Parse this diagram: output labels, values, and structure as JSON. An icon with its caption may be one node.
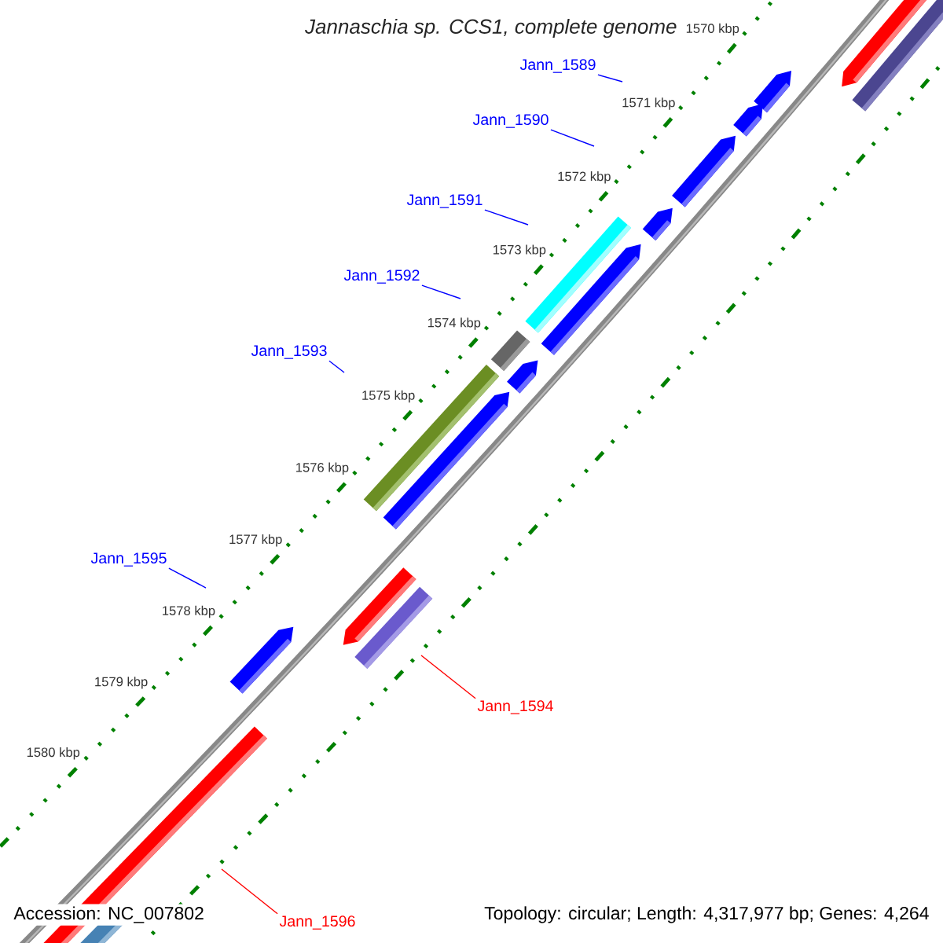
{
  "diagram": {
    "title": "Jannaschia sp. CCS1, complete genome",
    "nodes": [
      {
        "text": [
          "Jann_1589"
        ]
      },
      {
        "text": [
          "Jann_1590"
        ]
      },
      {
        "text": [
          "Jann_1591"
        ]
      },
      {
        "text": [
          "Jann_1592"
        ]
      },
      {
        "text": [
          "Jann_1593"
        ]
      },
      {
        "text": [
          "Jann_1595"
        ]
      },
      {
        "text": [
          "Jann_1594"
        ]
      },
      {
        "text": [
          "Jann_1596"
        ]
      }
    ],
    "edges": [
      {
        "from": 0,
        "to": null,
        "arrow": "none"
      },
      {
        "from": 1,
        "to": null,
        "arrow": "none"
      },
      {
        "from": 2,
        "to": null,
        "arrow": "none"
      },
      {
        "from": 3,
        "to": null,
        "arrow": "none"
      },
      {
        "from": 4,
        "to": null,
        "arrow": "none"
      },
      {
        "from": 5,
        "to": null,
        "arrow": "none"
      },
      {
        "from": 6,
        "to": null,
        "arrow": "none",
        "color": "#ff0000"
      },
      {
        "from": 7,
        "to": null,
        "arrow": "none",
        "color": "#ff0000"
      }
    ],
    "labels": [
      "1570 kbp",
      "1571 kbp",
      "1572 kbp",
      "1573 kbp",
      "1574 kbp",
      "1575 kbp",
      "1576 kbp",
      "1577 kbp",
      "1578 kbp",
      "1579 kbp",
      "1580 kbp",
      "Accession: NC_007802",
      "Topology: circular; Length: 4,317,977 bp; Genes: 4,264"
    ]
  }
}
